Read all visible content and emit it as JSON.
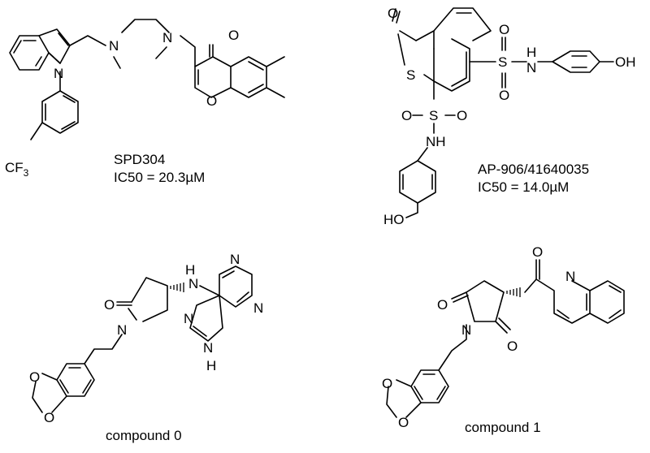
{
  "compounds": [
    {
      "name": "SPD304",
      "activity": "IC50 = 20.3µM",
      "atoms": {
        "N_indole": "N",
        "N_amine1": "N",
        "N_amine2": "N",
        "O_carbonyl": "O",
        "O_ring": "O",
        "CF": "CF",
        "sub3": "3"
      }
    },
    {
      "name": "AP-906/41640035",
      "activity": "IC50 = 14.0µM",
      "atoms": {
        "O_keto": "O",
        "S_ring": "S",
        "S1": "S",
        "S1_O1": "O",
        "S1_O2": "O",
        "NH1": "H",
        "N1": "N",
        "OH1": "OH",
        "S2": "S",
        "S2_O1": "O",
        "S2_O2": "O",
        "NH2": "NH",
        "HO2": "HO"
      }
    },
    {
      "name": "compound 0",
      "atoms": {
        "O_lactam": "O",
        "N_ring": "N",
        "N_H": "N",
        "H_label": "H",
        "N1": "N",
        "N3": "N",
        "N7": "N",
        "N9": "N",
        "H9": "H",
        "O_a": "O",
        "O_b": "O"
      }
    },
    {
      "name": "compound 1",
      "atoms": {
        "O1": "O",
        "O2": "O",
        "O_ketone": "O",
        "N_imide": "N",
        "N_quin": "N",
        "O_a": "O",
        "O_b": "O"
      }
    }
  ]
}
